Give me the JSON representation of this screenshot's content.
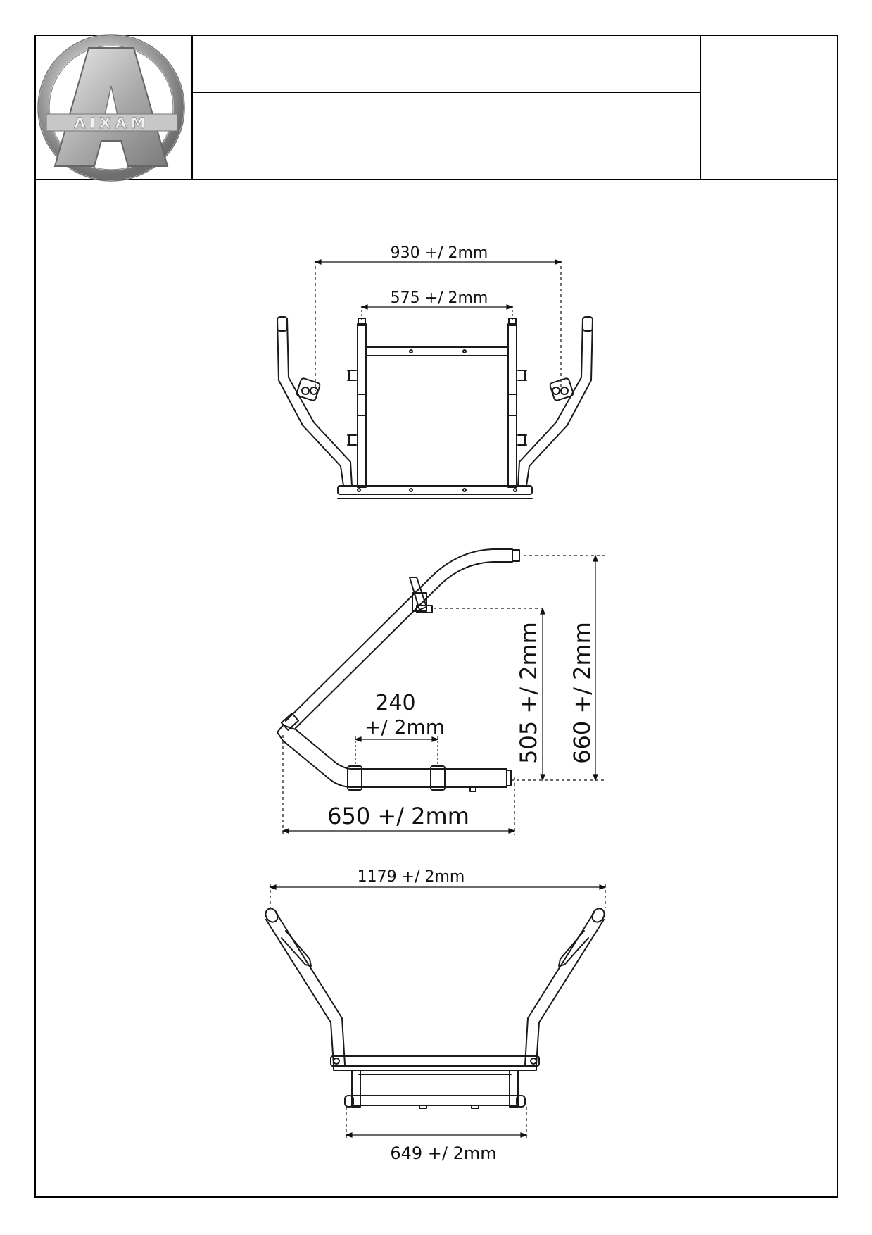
{
  "logo": {
    "brand": "AIXAM"
  },
  "title_block": {
    "row1": "",
    "row2": "",
    "side": ""
  },
  "dimensions": {
    "front_outer_width": "930 +/ 2mm",
    "front_inner_width": "575 +/ 2mm",
    "side_spacing_value": "240",
    "side_spacing_tol": "+/ 2mm",
    "side_length": "650 +/ 2mm",
    "side_lower_height": "505 +/ 2mm",
    "side_total_height": "660 +/ 2mm",
    "top_overall_width": "1179 +/ 2mm",
    "top_base_width": "649 +/ 2mm"
  },
  "colors": {
    "line": "#1a1a1a",
    "border": "#000000"
  }
}
